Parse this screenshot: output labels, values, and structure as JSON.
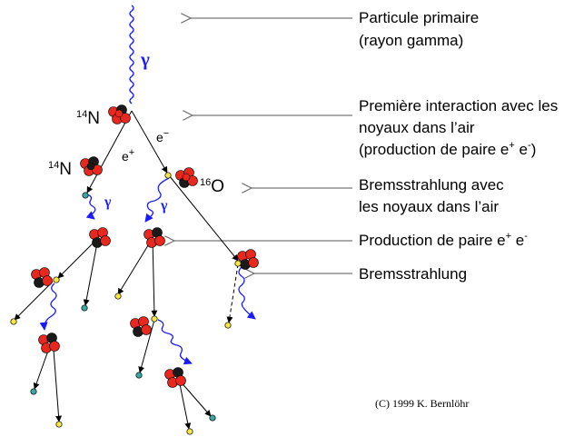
{
  "annotations": {
    "primary_line1": "Particule primaire",
    "primary_line2": "(rayon gamma)",
    "first_line1": "Première interaction avec les",
    "first_line2": "noyaux dans l’air",
    "first_line3_prefix": "(production de paire e",
    "first_line3_plus": "+",
    "first_line3_mid": " e",
    "first_line3_minus": "-",
    "first_line3_suffix": ")",
    "brems_line1": "Bremsstrahlung avec",
    "brems_line2": "les noyaux dans l’air",
    "pair_prefix": "Production de paire e",
    "pair_plus": "+",
    "pair_mid": " e",
    "pair_minus": "-",
    "brems_single": "Bremsstrahlung"
  },
  "nuclei": {
    "n14_mass": "14",
    "n14_symbol": "N",
    "o16_mass": "16",
    "o16_symbol": "O"
  },
  "particles": {
    "gamma": "γ",
    "e_plus_base": "e",
    "e_plus_sign": "+",
    "e_minus_base": "e",
    "e_minus_sign": "−"
  },
  "credit": "(C) 1999 K. Bernlöhr",
  "colors": {
    "gamma": "#1a1aff",
    "nucleus_red": "#e8281e",
    "nucleus_dark": "#1a1a1a",
    "electron_yellow": "#f5e642",
    "positron_teal": "#3aa8a0",
    "pointer_gray": "#777777"
  }
}
